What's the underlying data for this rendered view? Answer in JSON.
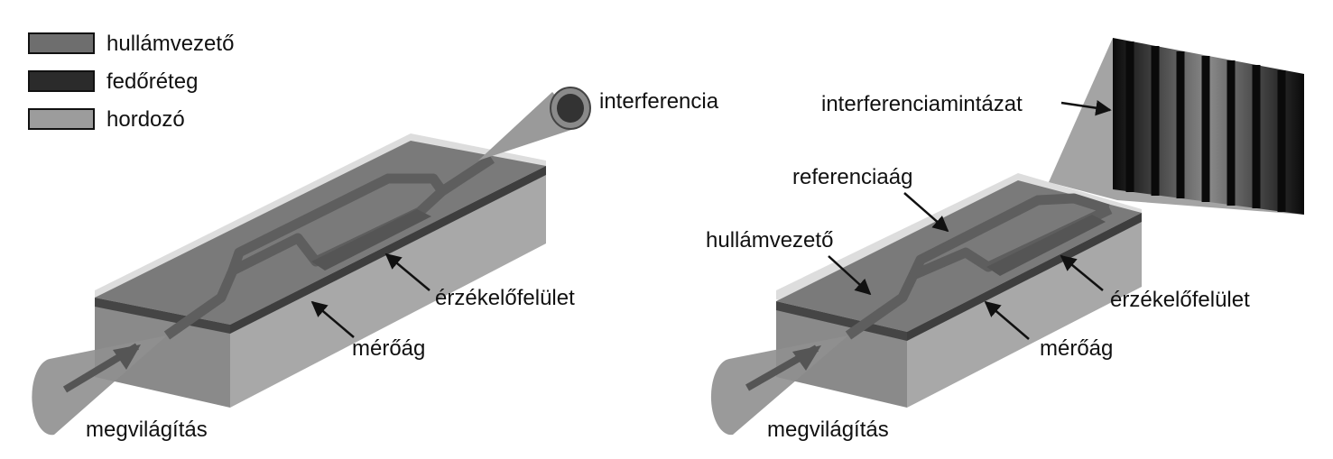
{
  "legend": {
    "items": [
      {
        "label": "hullámvezető",
        "color": "#6e6e6e"
      },
      {
        "label": "fedőréteg",
        "color": "#2b2b2b"
      },
      {
        "label": "hordozó",
        "color": "#9c9c9c"
      }
    ]
  },
  "left_diagram": {
    "labels": {
      "interference": "interferencia",
      "sensing_surface": "érzékelőfelület",
      "measuring_arm": "mérőág",
      "illumination": "megvilágítás"
    }
  },
  "right_diagram": {
    "labels": {
      "pattern": "interferenciamintázat",
      "reference_arm": "referenciaág",
      "waveguide": "hullámvezető",
      "sensing_surface": "érzékelőfelület",
      "measuring_arm": "mérőág",
      "illumination": "megvilágítás"
    }
  },
  "colors": {
    "substrate_side": "#a8a8a8",
    "substrate_front": "#8a8a8a",
    "cover_top": "#7a7a7a",
    "cover_edge": "#454545",
    "waveguide": "#5e5e5e",
    "glass": "#d6d6d6",
    "beam": "#8f8f8f",
    "arrow": "#111111",
    "pattern_dark": "#0a0a0a",
    "pattern_light": "#8a8a8a"
  }
}
